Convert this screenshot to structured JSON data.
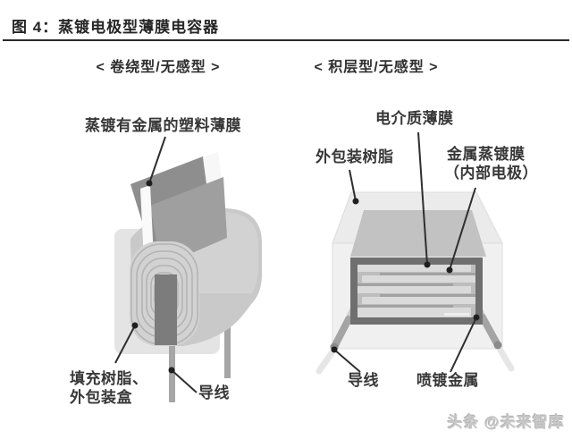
{
  "figure": {
    "title": "图 4：蒸镀电极型薄膜电容器"
  },
  "left_panel": {
    "header": "< 卷绕型/无感型 >",
    "labels": {
      "metallized_film": "蒸镀有金属的塑料薄膜",
      "filling_resin_line1": "填充树脂、",
      "filling_resin_line2": "外包装盒",
      "lead_wire": "导线"
    }
  },
  "right_panel": {
    "header": "< 积层型/无感型 >",
    "labels": {
      "dielectric_film": "电介质薄膜",
      "outer_resin": "外包装树脂",
      "metal_film_line1": "金属蒸镀膜",
      "metal_film_line2": "（内部电极）",
      "lead_wire": "导线",
      "sprayed_metal": "喷镀金属"
    }
  },
  "watermark": "头条 @未来智库",
  "colors": {
    "title_text": "#262626",
    "rule": "#2a2a2a",
    "label_text": "#383838",
    "leader_line": "#2f2f2f",
    "capacitor_body": "#c9c9c9",
    "film_dark": "#8e8e8e",
    "film_light": "#9f9f9f",
    "stack_frame": "#6f6f6f",
    "dielectric_bar": "#dadada",
    "electrode_strip": "#a2a2a2",
    "watermark_text": "#c8c8c8"
  }
}
